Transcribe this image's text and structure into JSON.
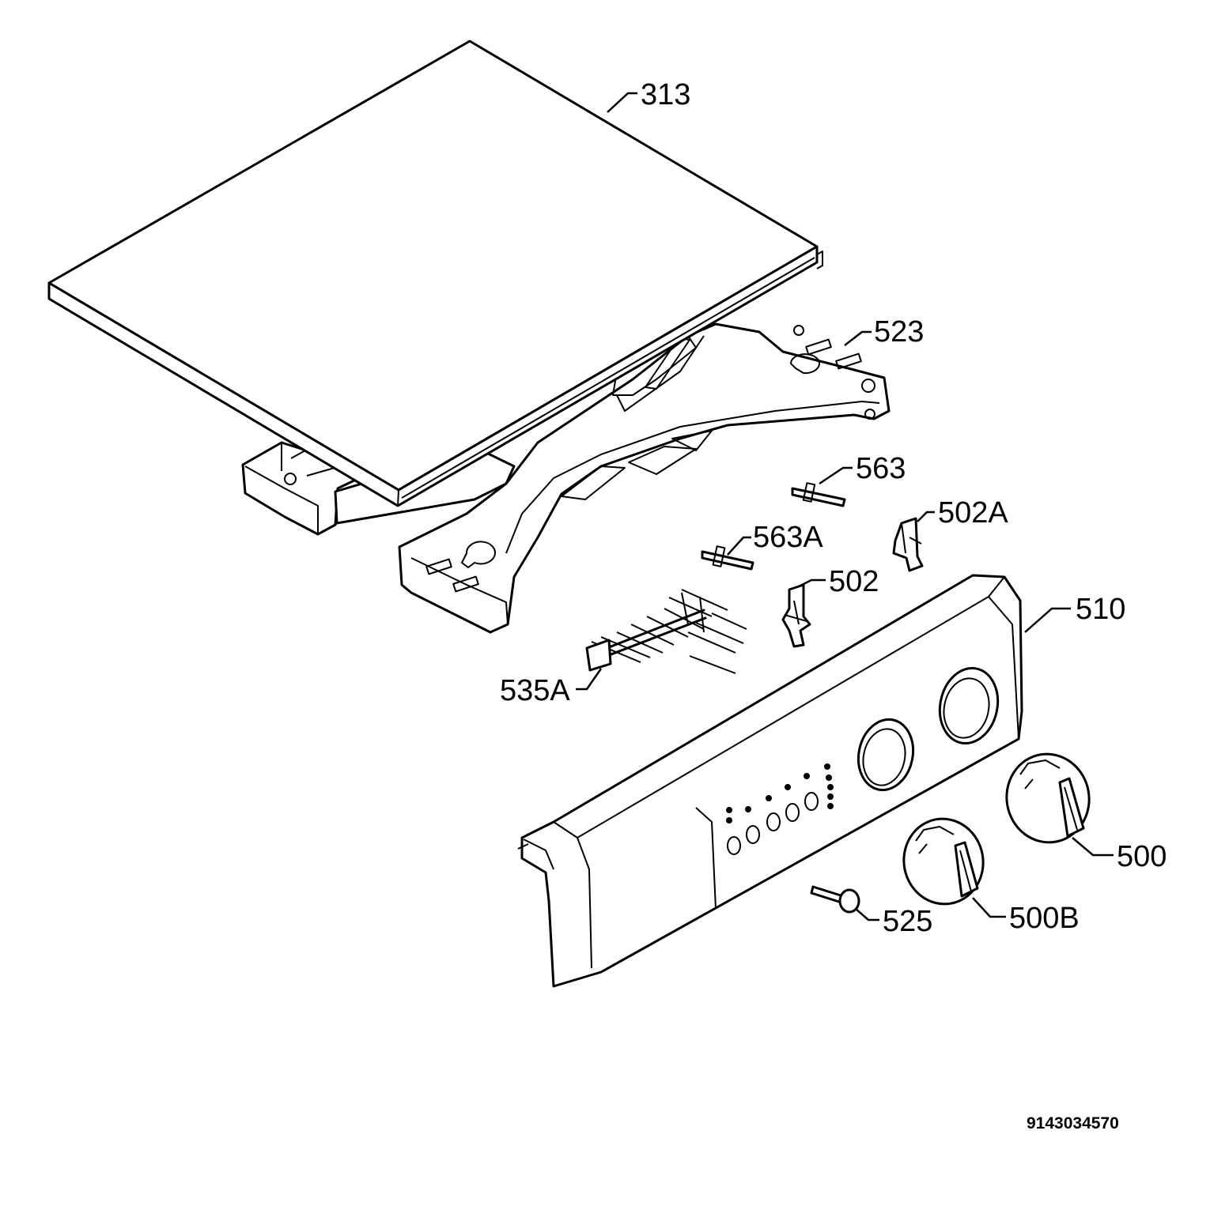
{
  "diagram": {
    "labels": {
      "p313": "313",
      "p523": "523",
      "p563": "563",
      "p502A": "502A",
      "p563A": "563A",
      "p502": "502",
      "p510": "510",
      "p535A": "535A",
      "p500": "500",
      "p500B": "500B",
      "p525": "525"
    },
    "drawing_code": "9143034570"
  }
}
